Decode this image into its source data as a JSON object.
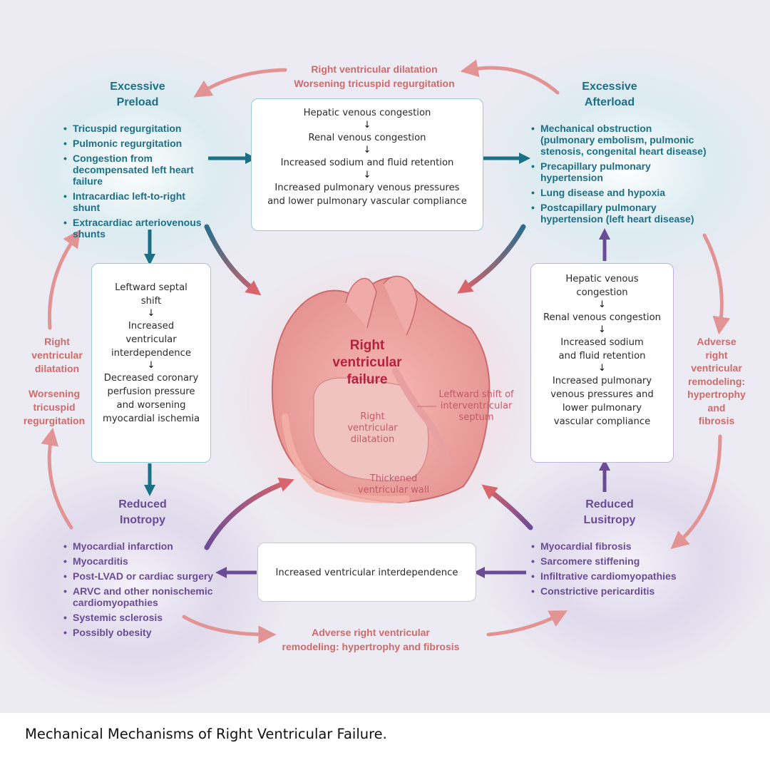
{
  "caption": "Mechanical Mechanisms of Right Ventricular Failure.",
  "colors": {
    "teal": "#1d6f86",
    "purple": "#6a4c96",
    "salmon": "#cf6a6a",
    "background": "#eceaf2",
    "heart_red": "#b3223e"
  },
  "excessive_preload": {
    "title": [
      "Excessive",
      "Preload"
    ],
    "items": [
      "Tricuspid regurgitation",
      "Pulmonic regurgitation",
      "Congestion from decompensated left heart failure",
      "Intracardiac left-to-right shunt",
      "Extracardiac arteriovenous shunts"
    ]
  },
  "excessive_afterload": {
    "title": [
      "Excessive",
      "Afterload"
    ],
    "items": [
      "Mechanical obstruction (pulmonary embolism, pulmonic stenosis, congenital heart disease)",
      "Precapillary pulmonary hypertension",
      "Lung disease and hypoxia",
      "Postcapillary pulmonary hypertension (left heart disease)"
    ]
  },
  "reduced_inotropy": {
    "title": [
      "Reduced",
      "Inotropy"
    ],
    "items": [
      "Myocardial infarction",
      "Myocarditis",
      "Post-LVAD or cardiac surgery",
      "ARVC and other nonischemic cardiomyopathies",
      "Systemic sclerosis",
      "Possibly obesity"
    ]
  },
  "reduced_lusitropy": {
    "title": [
      "Reduced",
      "Lusitropy"
    ],
    "items": [
      "Myocardial fibrosis",
      "Sarcomere stiffening",
      "Infiltrative cardiomyopathies",
      "Constrictive pericarditis"
    ]
  },
  "center_box": {
    "steps": [
      "Hepatic venous congestion",
      "Renal venous congestion",
      "Increased sodium and fluid retention",
      "Increased pulmonary venous pressures and lower pulmonary vascular compliance"
    ]
  },
  "left_box": {
    "steps": [
      "Leftward septal shift",
      "Increased ventricular interdependence",
      "Decreased coronary perfusion pressure and worsening myocardial ischemia"
    ]
  },
  "right_box": {
    "steps": [
      "Hepatic venous congestion",
      "Renal venous congestion",
      "Increased sodium and fluid retention",
      "Increased pulmonary venous pressures and lower pulmonary vascular compliance"
    ]
  },
  "bottom_box": {
    "text": "Increased ventricular interdependence"
  },
  "flows": {
    "top": [
      "Right ventricular dilatation",
      "Worsening tricuspid regurgitation"
    ],
    "left_dilatation": [
      "Right",
      "ventricular",
      "dilatation"
    ],
    "left_regurgitation": [
      "Worsening",
      "tricuspid",
      "regurgitation"
    ],
    "right": [
      "Adverse",
      "right",
      "ventricular",
      "remodeling:",
      "hypertrophy",
      "and",
      "fibrosis"
    ],
    "bottom": [
      "Adverse right ventricular",
      "remodeling: hypertrophy and fibrosis"
    ]
  },
  "heart": {
    "title": [
      "Right",
      "ventricular",
      "failure"
    ],
    "label_dilatation": [
      "Right",
      "ventricular",
      "dilatation"
    ],
    "label_septum": [
      "Leftward shift of",
      "interventricular",
      "septum"
    ],
    "label_wall": [
      "Thickened",
      "ventricular wall"
    ]
  },
  "arrow_down_glyph": "↓"
}
